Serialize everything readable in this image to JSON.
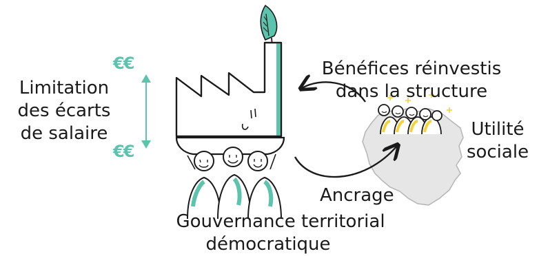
{
  "labels": {
    "benefices_line1": "Bénéfices réinvestis",
    "benefices_line2": "dans la structure",
    "limitation_line1": "Limitation",
    "limitation_line2": "des écarts",
    "limitation_line3": "de salaire",
    "utilite_line1": "Utilité",
    "utilite_line2": "sociale",
    "ancrage": "Ancrage",
    "gouvernance_line1": "Gouvernance territorial",
    "gouvernance_line2": "démocratique",
    "euro_top": "€€",
    "euro_bottom": "€€"
  },
  "colors": {
    "accent": "#5cc3ad",
    "accent_light": "#c9ece3",
    "ink": "#1a1a1a",
    "map_grey": "#e6e6e6",
    "spark": "#f2d43a"
  },
  "icons": {
    "factory": "factory-icon",
    "leaf": "leaf-icon",
    "workers": "workers-icon",
    "map": "territory-map-icon",
    "community": "community-icon"
  }
}
